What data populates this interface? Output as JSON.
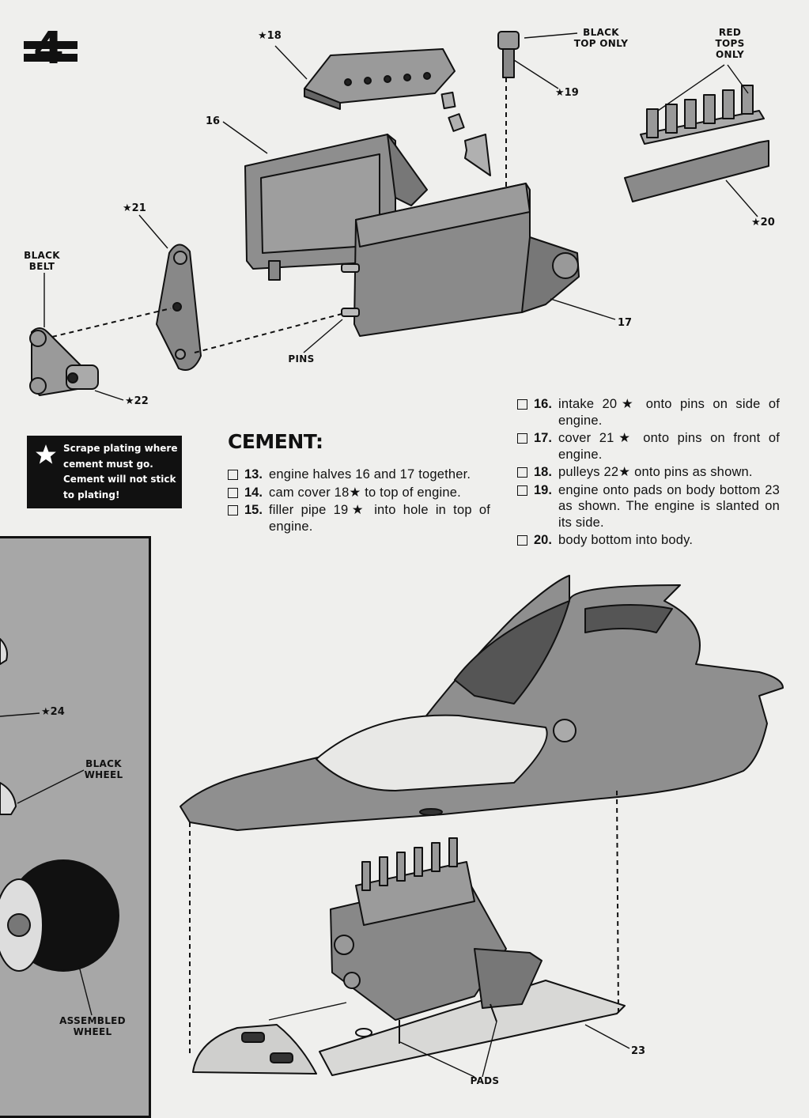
{
  "page": {
    "step_number": "4"
  },
  "notice": {
    "star_icon": "star-icon",
    "text": "Scrape plating where cement must go. Cement will not stick to plating!"
  },
  "callouts": {
    "black_top_only": "BLACK TOP ONLY",
    "red_tops_only": "RED TOPS ONLY",
    "black_belt": "BLACK BELT",
    "pins": "PINS",
    "black_wheel": "BLACK WHEEL",
    "assembled_wheel": "ASSEMBLED WHEEL",
    "pads": "PADS"
  },
  "parts": {
    "p18": "★18",
    "p19": "★19",
    "p16": "16",
    "p20": "★20",
    "p21": "★21",
    "p17": "17",
    "p22": "★22",
    "p24": "★24",
    "p23": "23"
  },
  "cement": {
    "heading": "CEMENT:",
    "steps_left": [
      {
        "num": "13.",
        "text": "engine halves 16 and 17 together."
      },
      {
        "num": "14.",
        "text": "cam cover 18★ to top of engine."
      },
      {
        "num": "15.",
        "text": "filler pipe 19★ into hole in top of engine."
      }
    ],
    "steps_right": [
      {
        "num": "16.",
        "text": "intake 20★ onto pins on side of engine."
      },
      {
        "num": "17.",
        "text": "cover 21★ onto pins on front of engine."
      },
      {
        "num": "18.",
        "text": "pulleys 22★ onto pins as shown."
      },
      {
        "num": "19.",
        "text": "engine onto pads on body bottom 23 as shown. The engine is slanted on its side."
      },
      {
        "num": "20.",
        "text": "body bottom into body."
      }
    ]
  }
}
